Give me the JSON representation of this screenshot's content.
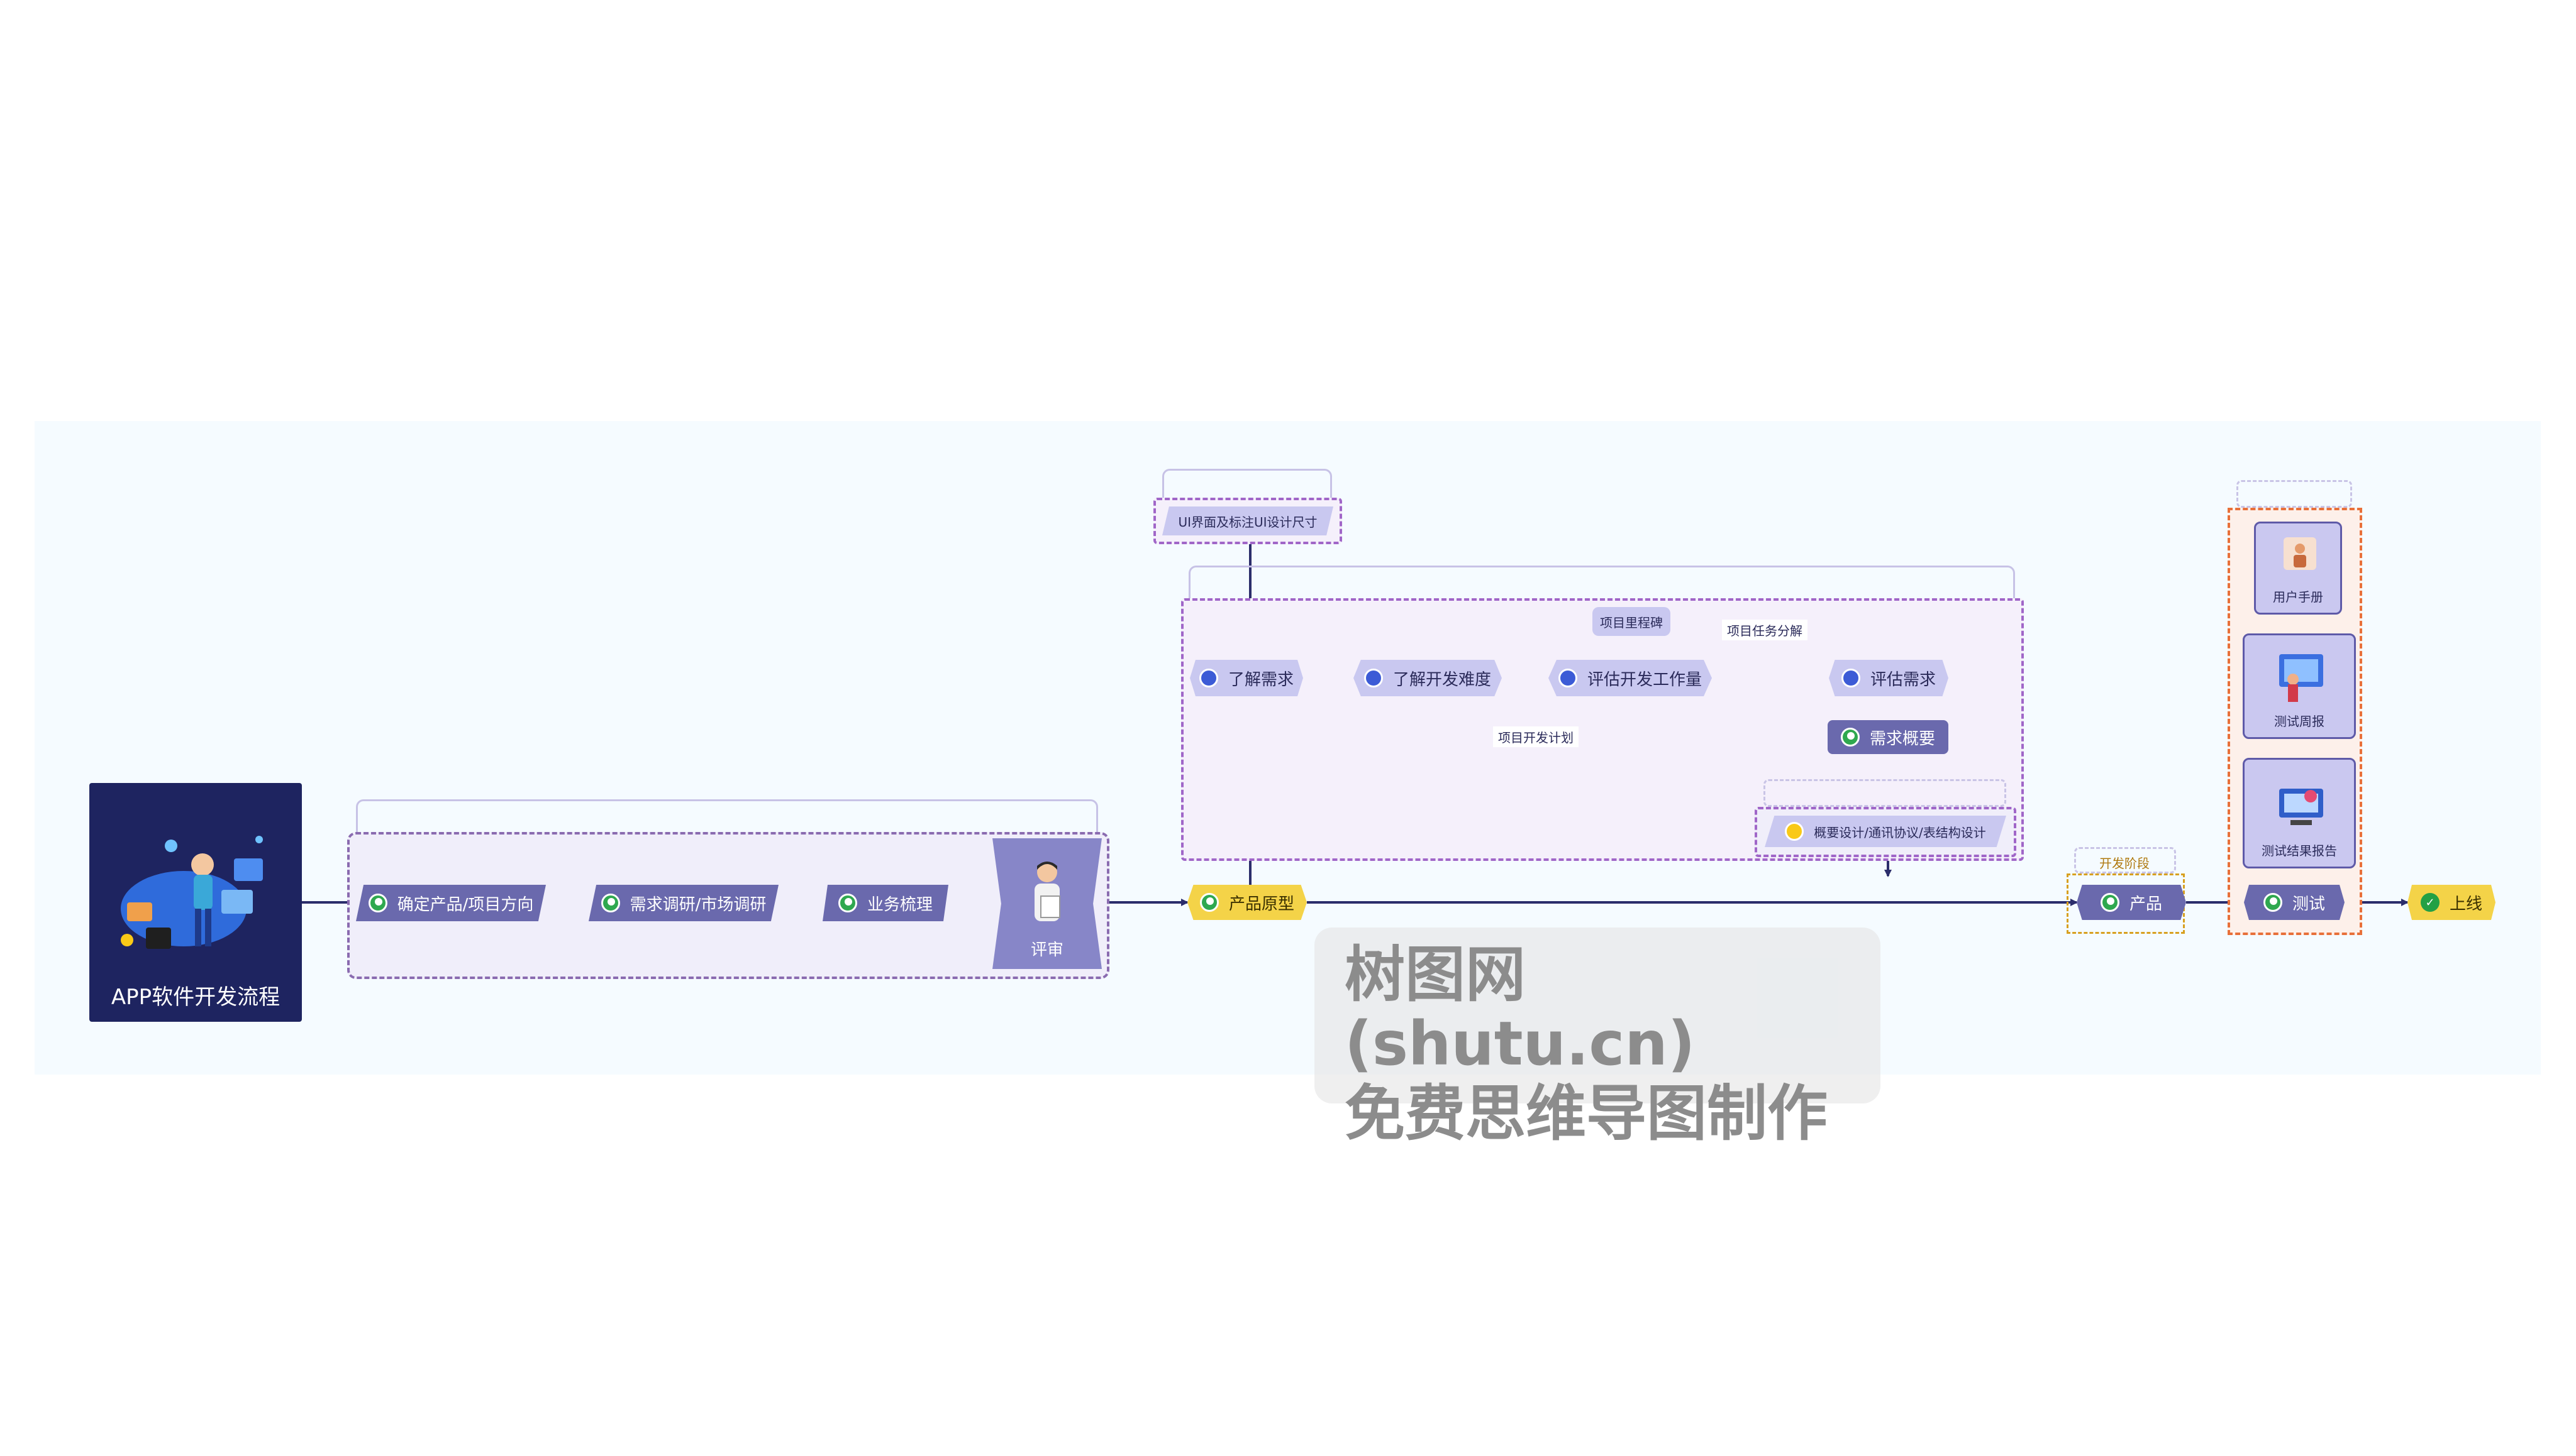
{
  "diagram": {
    "title": "APP软件开发流程",
    "stage1": {
      "steps": [
        "确定产品/项目方向",
        "需求调研/市场调研",
        "业务梳理"
      ],
      "review": "评审"
    },
    "prototype": "产品原型",
    "ui_spec": "UI界面及标注UI设计尺寸",
    "stage2": {
      "understand_req": "了解需求",
      "understand_difficulty": "了解开发难度",
      "estimate_workload": "评估开发工作量",
      "estimate_req": "评估需求",
      "milestone": "项目里程碑",
      "task_breakdown": "项目任务分解",
      "dev_plan": "项目开发计划",
      "req_overview": "需求概要",
      "design": "概要设计/通讯协议/表结构设计"
    },
    "dev_phase": "开发阶段",
    "product": "产品",
    "test": "测试",
    "launch": "上线",
    "test_docs": {
      "manual": "用户手册",
      "weekly": "测试周报",
      "result": "测试结果报告"
    }
  },
  "watermark": {
    "line1": "树图网(shutu.cn)",
    "line2": "免费思维导图制作"
  },
  "colors": {
    "line": "#2b2d6b",
    "node_light": "#c9c8f0",
    "node_dark": "#6a69ad",
    "yellow": "#f4d348",
    "orange_dash": "#e8703a"
  }
}
